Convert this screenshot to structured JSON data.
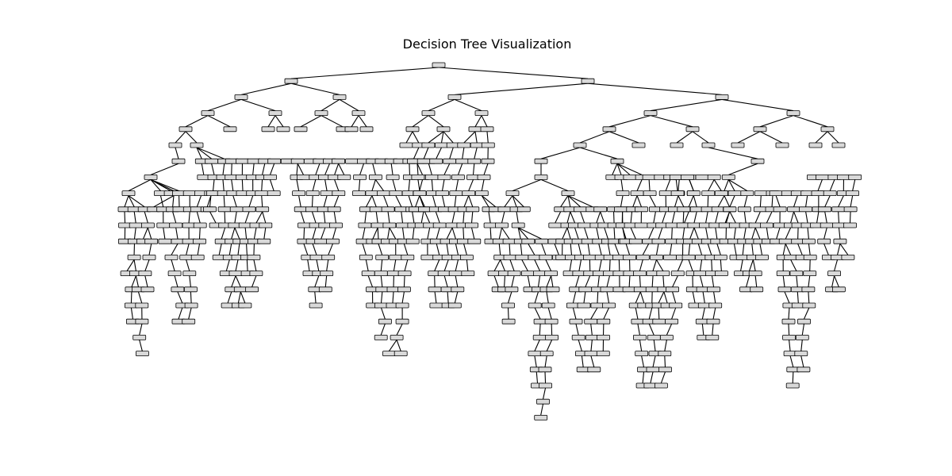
{
  "figure": {
    "title": "Decision Tree Visualization"
  },
  "style": {
    "node_fill": "#d9d9d9",
    "node_stroke": "#000000",
    "edge_color": "#000000",
    "background": "#ffffff"
  },
  "tree": {
    "visible_depth_levels": 23,
    "node_text": "unreadable"
  }
}
